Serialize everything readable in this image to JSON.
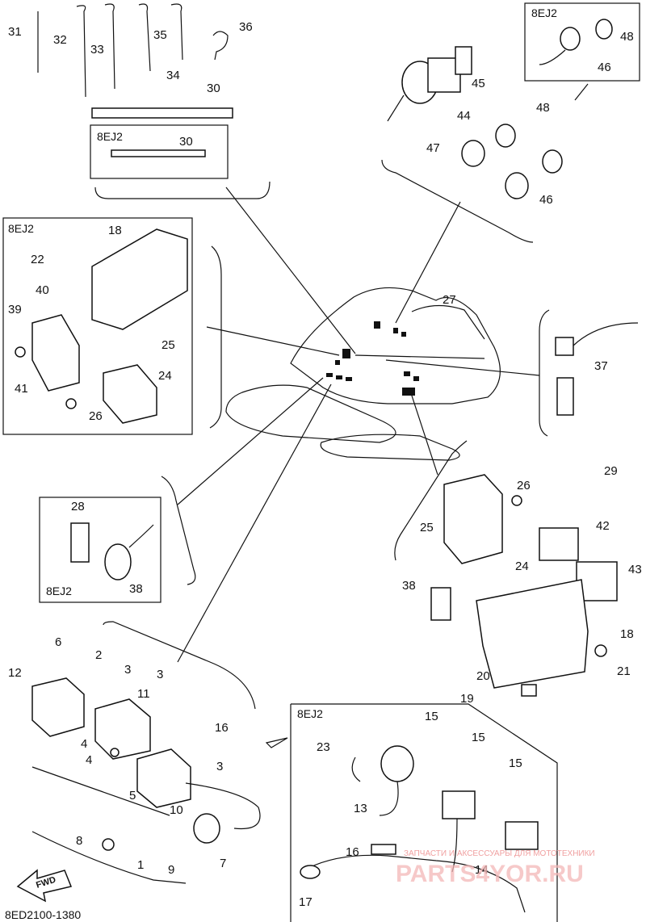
{
  "diagram_code": "8ED2100-1380",
  "direction_arrow": "FWD",
  "box_labels": {
    "top_left": "8EJ2",
    "top_right": "8EJ2",
    "left_ecu": "8EJ2",
    "left_small": "8EJ2",
    "bottom_right": "8EJ2"
  },
  "watermark": {
    "caption": "ЗАПЧАСТИ И АКСЕССУАРЫ ДЛЯ МОТОТЕХНИКИ",
    "site": "PARTS4YOR.RU"
  },
  "callouts": {
    "n1": "1",
    "n2": "2",
    "n3a": "3",
    "n3b": "3",
    "n3c": "3",
    "n4a": "4",
    "n4b": "4",
    "n5": "5",
    "n6": "6",
    "n7": "7",
    "n8": "8",
    "n9": "9",
    "n10": "10",
    "n11": "11",
    "n12": "12",
    "n13": "13",
    "n14": "14",
    "n15a": "15",
    "n15b": "15",
    "n15c": "15",
    "n16a": "16",
    "n16b": "16",
    "n17": "17",
    "n18a": "18",
    "n18b": "18",
    "n19": "19",
    "n20": "20",
    "n21": "21",
    "n22": "22",
    "n23": "23",
    "n24a": "24",
    "n24b": "24",
    "n25a": "25",
    "n25b": "25",
    "n26a": "26",
    "n26b": "26",
    "n27": "27",
    "n28": "28",
    "n29": "29",
    "n30a": "30",
    "n30b": "30",
    "n31": "31",
    "n32": "32",
    "n33": "33",
    "n34": "34",
    "n35": "35",
    "n36": "36",
    "n37": "37",
    "n38a": "38",
    "n38b": "38",
    "n39": "39",
    "n40": "40",
    "n41": "41",
    "n42": "42",
    "n43": "43",
    "n44": "44",
    "n45": "45",
    "n46a": "46",
    "n46b": "46",
    "n47": "47",
    "n48a": "48",
    "n48b": "48"
  }
}
